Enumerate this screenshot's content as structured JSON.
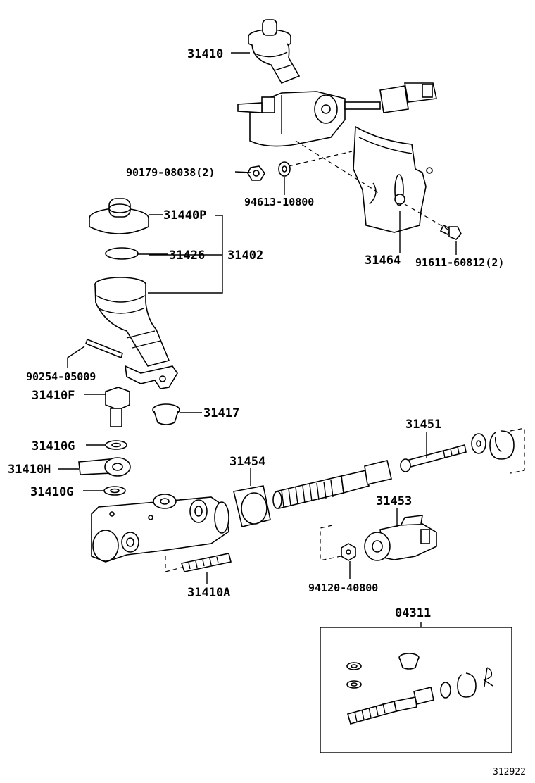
{
  "labels": {
    "p31410": "31410",
    "p90179": "90179-08038(2)",
    "p94613": "94613-10800",
    "p31440P": "31440P",
    "p31426": "31426",
    "p31402": "31402",
    "p31464": "31464",
    "p91611": "91611-60812(2)",
    "p90254": "90254-05009",
    "p31410F": "31410F",
    "p31417": "31417",
    "p31410G_top": "31410G",
    "p31410H": "31410H",
    "p31410G_bot": "31410G",
    "p31454": "31454",
    "p31451": "31451",
    "p31453": "31453",
    "p31410A": "31410A",
    "p94120": "94120-40800",
    "p04311": "04311"
  },
  "figure_ref": "312922"
}
